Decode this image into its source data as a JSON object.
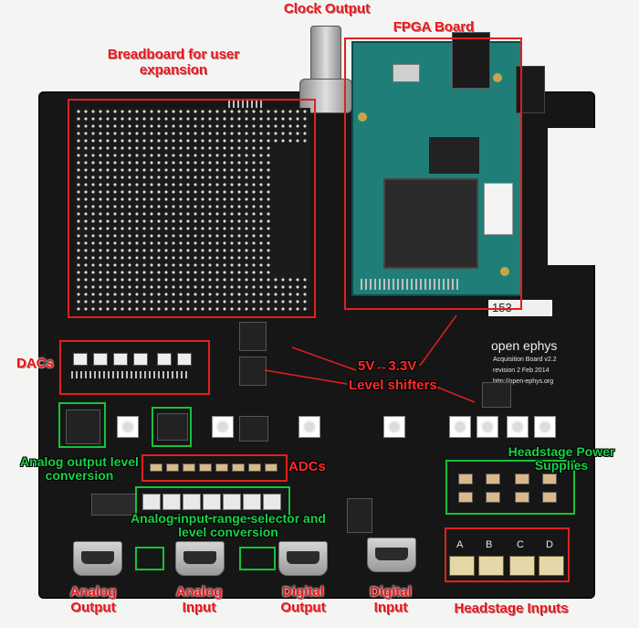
{
  "labels": {
    "clock_output": "Clock Output",
    "fpga_board": "FPGA Board",
    "breadboard": "Breadboard for user expansion",
    "dacs": "DACs",
    "level_shifters_voltage": "5V↔3.3V",
    "level_shifters": "Level shifters",
    "analog_output_level_conversion": "Analog output level conversion",
    "adcs": "ADCs",
    "headstage_power_supplies": "Headstage Power Supplies",
    "analog_input_range": "Analog input range selector and level conversion",
    "analog_output": "Analog Output",
    "analog_input": "Analog Input",
    "digital_output": "Digital Output",
    "digital_input": "Digital Input",
    "headstage_inputs": "Headstage Inputs"
  },
  "board": {
    "brand": "open ephys",
    "subtitle": "Acquisition Board v2.2",
    "revision": "revision 2 Feb 2014",
    "url": "http://open-ephys.org",
    "serial": "153",
    "headstage_ports": [
      "A",
      "B",
      "C",
      "D"
    ]
  },
  "colors": {
    "annotation_red": "#e02020",
    "annotation_green": "#17c23a",
    "pcb": "#161616",
    "fpga": "#1f7f78"
  }
}
